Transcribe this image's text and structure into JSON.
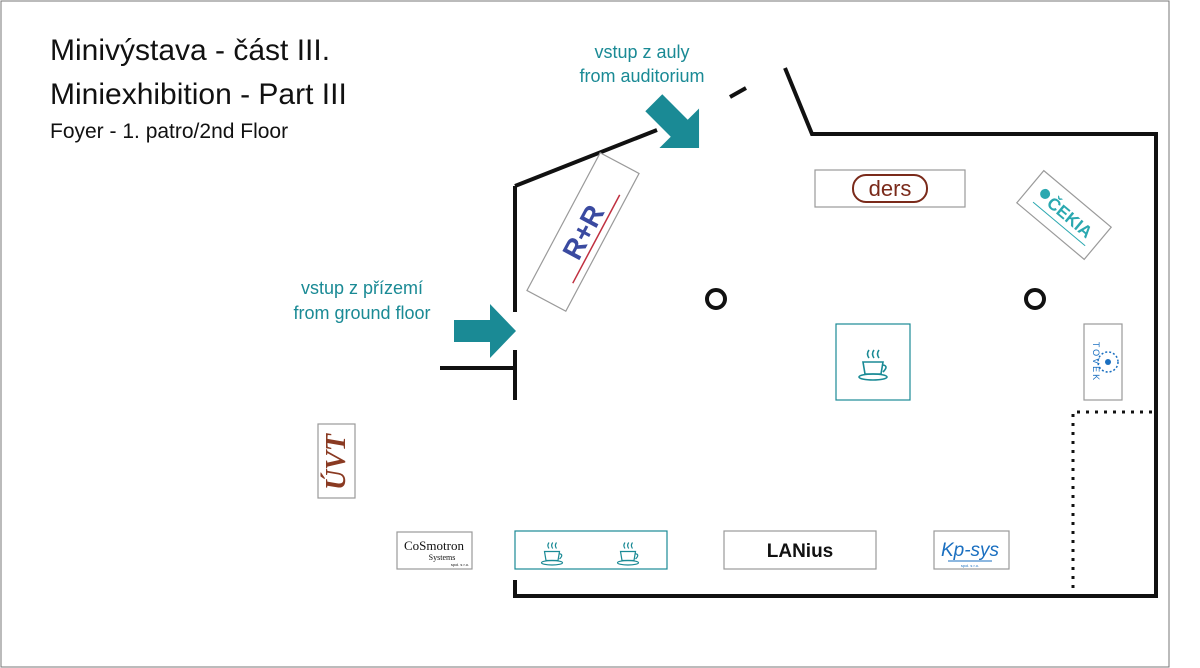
{
  "title": {
    "line1": "Minivýstava - část III.",
    "line2": "Miniexhibition - Part III",
    "line3": "Foyer - 1. patro/2nd Floor"
  },
  "entrances": {
    "auditorium": {
      "cz": "vstup z auly",
      "en": "from auditorium"
    },
    "ground": {
      "cz": "vstup z přízemí",
      "en": "from ground floor"
    }
  },
  "exhibitors": {
    "ders": "ders",
    "lanius": "LANius",
    "kpsys": "Kp-sys",
    "kpsys_sub": "spol. s r.o.",
    "cosmotron": "CoSmotron",
    "cosmotron_line2": "Systems",
    "cosmotron_sub": "spol. s r.o.",
    "uvt": "ÚVT",
    "cekia": "ČEKIA",
    "tovek": "TOVEK",
    "rr": "R+R"
  },
  "colors": {
    "accent": "#1a8a95",
    "walls": "#111111",
    "ders": "#7a2a1a",
    "uvt": "#8a3a22",
    "kpsys": "#1a6fc0",
    "rr": "#3a4aa0",
    "cekia": "#2aa8b0"
  },
  "icons": {
    "coffee": "coffee-cup-icon",
    "arrow": "entrance-arrow-icon",
    "column": "column-icon"
  }
}
